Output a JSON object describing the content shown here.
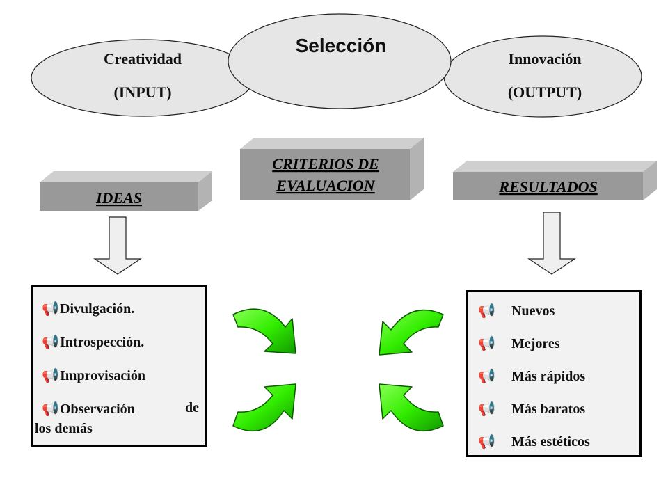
{
  "ellipses": {
    "left": {
      "line1": "Creatividad",
      "line2": "(INPUT)"
    },
    "center": {
      "label": "Selección"
    },
    "right": {
      "line1": "Innovación",
      "line2": "(OUTPUT)"
    }
  },
  "boxes": {
    "ideas": "IDEAS",
    "criterios_line1": "CRITERIOS DE",
    "criterios_line2": "EVALUACION",
    "resultados": "RESULTADOS"
  },
  "ideas_list": {
    "bullet": "megaphone-icon",
    "items": [
      "Divulgación.",
      "Introspección.",
      "Improvisación"
    ],
    "last_item_part1": "Observación",
    "last_item_part2": "de",
    "last_item_part3": "los demás"
  },
  "results_list": {
    "bullet": "megaphone-icon",
    "items": [
      "Nuevos",
      "Mejores",
      "Más rápidos",
      "Más baratos",
      "Más estéticos"
    ]
  },
  "colors": {
    "ellipse_fill": "#e6e6e6",
    "box_front": "#999999",
    "box_top": "#cfcfcf",
    "box_side": "#b3b3b3",
    "arrow_green": "#33ee00",
    "arrow_dark": "#119900",
    "list_bg": "#f2f2f2"
  }
}
